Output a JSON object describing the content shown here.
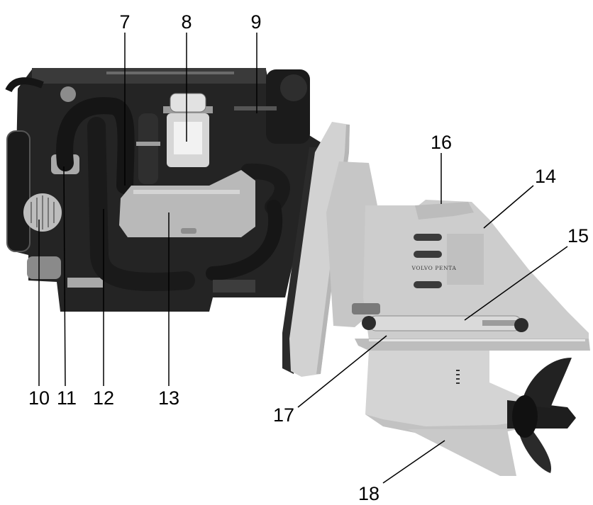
{
  "callouts": [
    "7",
    "8",
    "9",
    "10",
    "11",
    "12",
    "13",
    "14",
    "15",
    "16",
    "17",
    "18"
  ],
  "drive_lettering": "VOLVO PENTA",
  "colors": {
    "background": "#ffffff",
    "engine": "#242424",
    "drive": "#cdcdcd",
    "propeller": "#1e1e1e",
    "callout_text": "#000000"
  }
}
